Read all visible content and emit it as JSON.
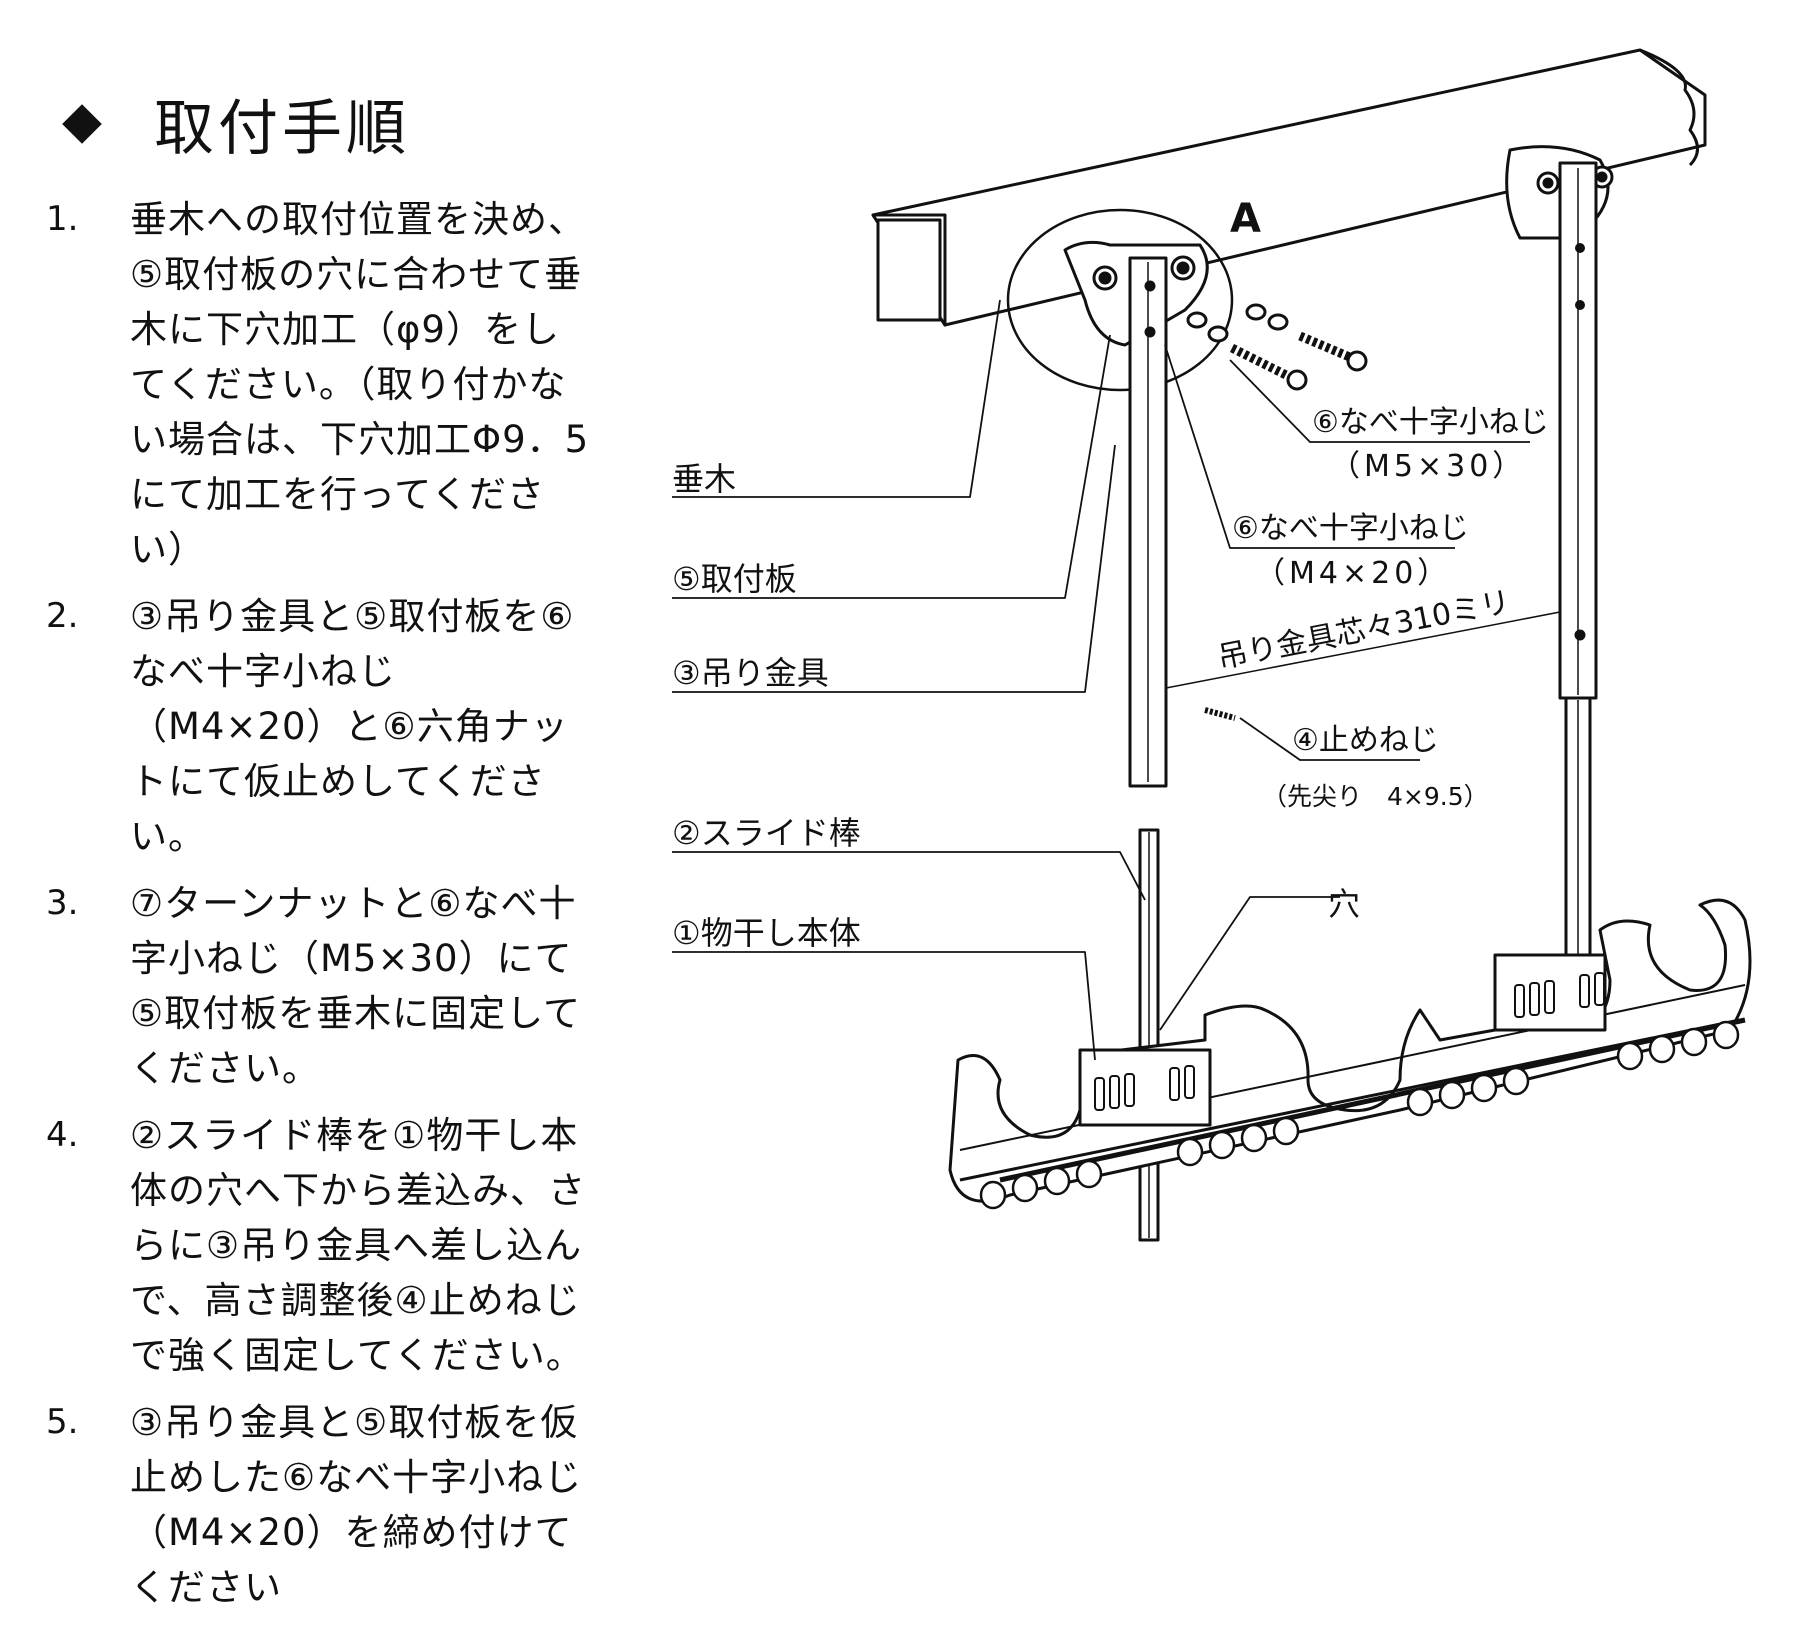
{
  "heading": "取付手順",
  "steps": [
    {
      "number": "1.",
      "text": "垂木への取付位置を決め、⑤取付板の穴に合わせて垂木に下穴加工（φ9）をしてください。（取り付かない場合は、下穴加工Φ9．5にて加工を行ってください）"
    },
    {
      "number": "2.",
      "text": "③吊り金具と⑤取付板を⑥なべ十字小ねじ（M4×20）と⑥六角ナットにて仮止めしてください。"
    },
    {
      "number": "3.",
      "text": "⑦ターンナットと⑥なべ十字小ねじ（M5×30）にて⑤取付板を垂木に固定してください。"
    },
    {
      "number": "4.",
      "text": "②スライド棒を①物干し本体の穴へ下から差込み、さらに③吊り金具へ差し込んで、高さ調整後④止めねじで強く固定してください。"
    },
    {
      "number": "5.",
      "text": "③吊り金具と⑤取付板を仮止めした⑥なべ十字小ねじ（M4×20）を締め付けてください"
    }
  ],
  "diagram": {
    "detail_marker": "A",
    "labels": {
      "rafter": "垂木",
      "mounting_plate": "⑤取付板",
      "hanger": "③吊り金具",
      "slide_bar": "②スライド棒",
      "main_body": "①物干し本体",
      "hole": "穴",
      "screw_m5": "⑥なべ十字小ねじ",
      "screw_m5_size": "（M5×30）",
      "screw_m4": "⑥なべ十字小ねじ",
      "screw_m4_size": "（M4×20）",
      "spacing": "吊り金具芯々310ミリ",
      "set_screw": "④止めねじ",
      "set_screw_spec": "（先尖り　4×9.5）"
    }
  }
}
